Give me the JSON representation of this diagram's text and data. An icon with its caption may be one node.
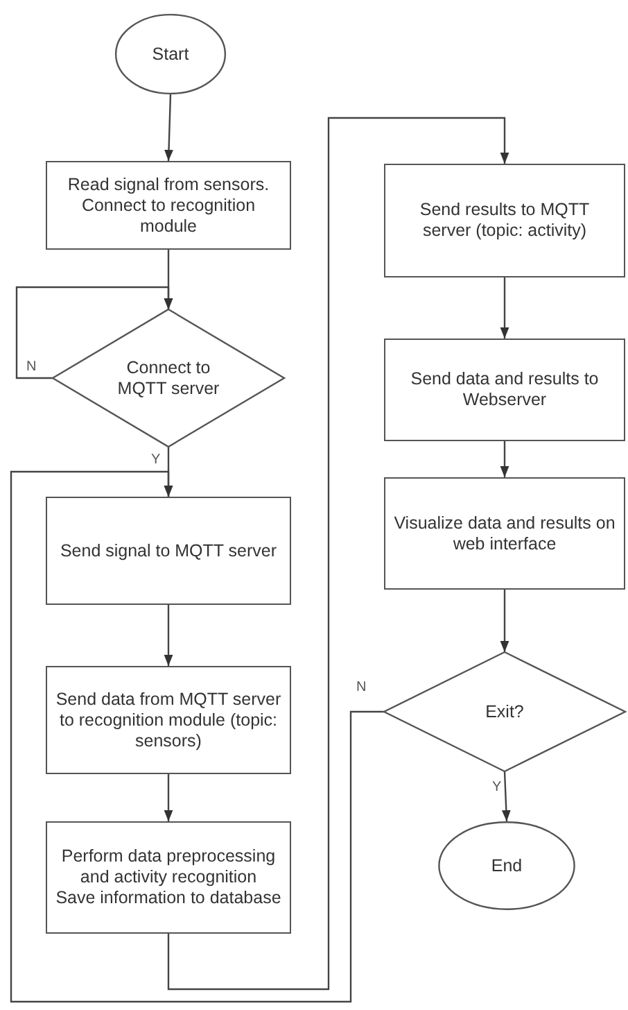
{
  "diagram": {
    "nodes": [
      {
        "text": [
          "Start"
        ]
      },
      {
        "text": [
          "Read signal from sensors. Connect to recognition module"
        ]
      },
      {
        "text": [
          "Connect to MQTT server"
        ]
      },
      {
        "text": [
          "Send signal to MQTT server"
        ]
      },
      {
        "text": [
          "Send data from MQTT server to recognition module (topic: sensors)"
        ]
      },
      {
        "text": [
          "Perform data preprocessing and activity recognition",
          "Save information to database"
        ]
      },
      {
        "text": [
          "Send results to MQTT server (topic: activity)"
        ]
      },
      {
        "text": [
          "Send data and results to Webserver"
        ]
      },
      {
        "text": [
          "Visualize data and results on web interface"
        ]
      },
      {
        "text": [
          "Exit?"
        ]
      },
      {
        "text": [
          "End"
        ]
      }
    ],
    "edges": [
      {
        "from": 0,
        "to": 1,
        "arrow": "to"
      },
      {
        "from": 1,
        "to": 2,
        "arrow": "to"
      },
      {
        "from": 2,
        "to": 2,
        "arrow": "to",
        "label": "N"
      },
      {
        "from": 2,
        "to": 3,
        "arrow": "to",
        "label": "Y"
      },
      {
        "from": 3,
        "to": 4,
        "arrow": "to"
      },
      {
        "from": 4,
        "to": 5,
        "arrow": "to"
      },
      {
        "from": 5,
        "to": 6,
        "arrow": "to"
      },
      {
        "from": 6,
        "to": 7,
        "arrow": "to"
      },
      {
        "from": 7,
        "to": 8,
        "arrow": "to"
      },
      {
        "from": 8,
        "to": 9,
        "arrow": "to"
      },
      {
        "from": 9,
        "to": 10,
        "arrow": "to",
        "label": "Y"
      },
      {
        "from": 9,
        "to": 3,
        "arrow": "to",
        "label": "N"
      }
    ]
  }
}
